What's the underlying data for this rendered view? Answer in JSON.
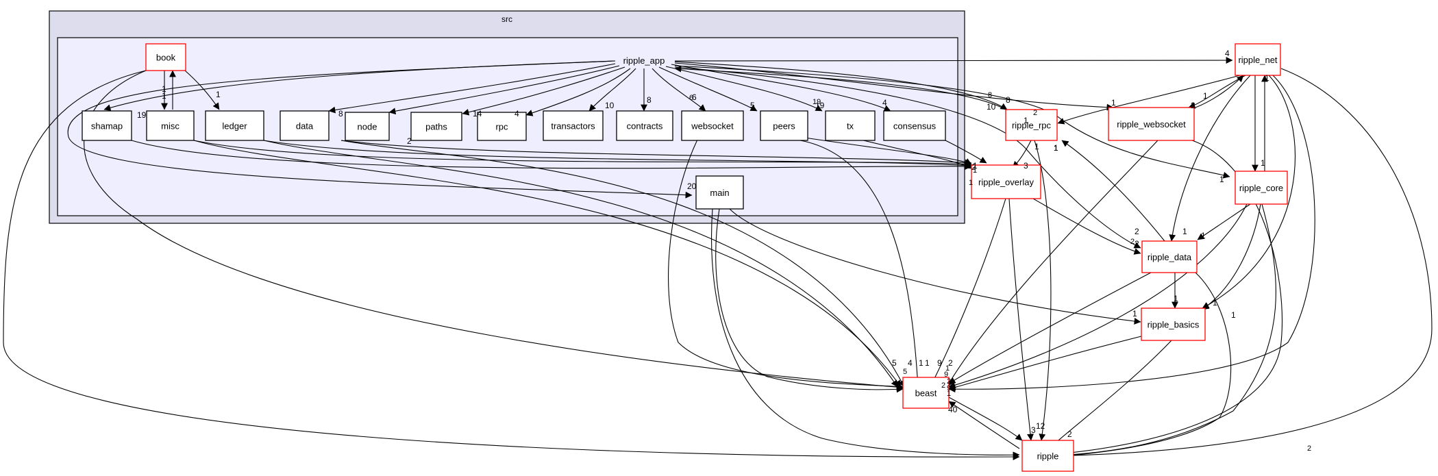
{
  "clusters": {
    "outer": {
      "id": "src",
      "label": "src"
    },
    "inner": {
      "id": "ripple_app",
      "label": "ripple_app"
    }
  },
  "nodes": [
    {
      "id": "book",
      "label": "book",
      "style": "red"
    },
    {
      "id": "shamap",
      "label": "shamap",
      "style": "black"
    },
    {
      "id": "misc",
      "label": "misc",
      "style": "black"
    },
    {
      "id": "ledger",
      "label": "ledger",
      "style": "black"
    },
    {
      "id": "data",
      "label": "data",
      "style": "black"
    },
    {
      "id": "node",
      "label": "node",
      "style": "black"
    },
    {
      "id": "paths",
      "label": "paths",
      "style": "black"
    },
    {
      "id": "rpc",
      "label": "rpc",
      "style": "black"
    },
    {
      "id": "transactors",
      "label": "transactors",
      "style": "black"
    },
    {
      "id": "contracts",
      "label": "contracts",
      "style": "black"
    },
    {
      "id": "websocket",
      "label": "websocket",
      "style": "black"
    },
    {
      "id": "peers",
      "label": "peers",
      "style": "black"
    },
    {
      "id": "tx",
      "label": "tx",
      "style": "black"
    },
    {
      "id": "consensus",
      "label": "consensus",
      "style": "black"
    },
    {
      "id": "main",
      "label": "main",
      "style": "black"
    },
    {
      "id": "ripple_net",
      "label": "ripple_net",
      "style": "red"
    },
    {
      "id": "ripple_rpc",
      "label": "ripple_rpc",
      "style": "red"
    },
    {
      "id": "ripple_websocket",
      "label": "ripple_websocket",
      "style": "red"
    },
    {
      "id": "ripple_overlay",
      "label": "ripple_overlay",
      "style": "red"
    },
    {
      "id": "ripple_core",
      "label": "ripple_core",
      "style": "red"
    },
    {
      "id": "ripple_data",
      "label": "ripple_data",
      "style": "red"
    },
    {
      "id": "ripple_basics",
      "label": "ripple_basics",
      "style": "red"
    },
    {
      "id": "beast",
      "label": "beast",
      "style": "red"
    },
    {
      "id": "ripple",
      "label": "ripple",
      "style": "red"
    }
  ],
  "edges": [
    {
      "from": "ripple_app",
      "to": "ripple_net",
      "label": "4"
    },
    {
      "from": "ripple_app",
      "to": "shamap",
      "label": "19"
    },
    {
      "from": "ripple_app",
      "to": "data",
      "label": "8"
    },
    {
      "from": "ripple_app",
      "to": "node",
      "label": "2"
    },
    {
      "from": "ripple_app",
      "to": "paths",
      "label": "14"
    },
    {
      "from": "ripple_app",
      "to": "rpc",
      "label": "4"
    },
    {
      "from": "ripple_app",
      "to": "transactors",
      "label": "10"
    },
    {
      "from": "ripple_app",
      "to": "contracts",
      "label": "8"
    },
    {
      "from": "ripple_app",
      "to": "websocket",
      "label": "6"
    },
    {
      "from": "ripple_app",
      "to": "peers",
      "label": "5"
    },
    {
      "from": "ripple_app",
      "to": "tx",
      "label": "19"
    },
    {
      "from": "ripple_app",
      "to": "consensus",
      "label": "4"
    },
    {
      "from": "ripple_app",
      "to": "ripple_rpc",
      "label": "8"
    },
    {
      "from": "ripple_app",
      "to": "ripple_websocket",
      "label": "1"
    },
    {
      "from": "ripple_app",
      "to": "ripple_core",
      "label": "1"
    },
    {
      "from": "ripple_app",
      "to": "ripple_data",
      "label": "2"
    },
    {
      "from": "ripple_app",
      "to": "main",
      "label": "20"
    },
    {
      "from": "ripple_rpc",
      "to": "ripple_app",
      "label": "10"
    },
    {
      "from": "book",
      "to": "misc",
      "label": "1"
    },
    {
      "from": "misc",
      "to": "book",
      "label": "1"
    },
    {
      "from": "book",
      "to": "ledger",
      "label": "1"
    },
    {
      "from": "book",
      "to": "beast",
      "label": ""
    },
    {
      "from": "book",
      "to": "ripple",
      "label": ""
    },
    {
      "from": "shamap",
      "to": "ripple_overlay",
      "label": ""
    },
    {
      "from": "misc",
      "to": "beast",
      "label": "5"
    },
    {
      "from": "ledger",
      "to": "beast",
      "label": "4"
    },
    {
      "from": "data",
      "to": "beast",
      "label": "1"
    },
    {
      "from": "main",
      "to": "beast",
      "label": "1"
    },
    {
      "from": "peers",
      "to": "beast",
      "label": "9"
    },
    {
      "from": "peers",
      "to": "ripple_overlay",
      "label": ""
    },
    {
      "from": "tx",
      "to": "ripple_overlay",
      "label": "2"
    },
    {
      "from": "consensus",
      "to": "ripple_overlay",
      "label": "1"
    },
    {
      "from": "websocket",
      "to": "beast",
      "label": ""
    },
    {
      "from": "main",
      "to": "ripple",
      "label": ""
    },
    {
      "from": "main",
      "to": "ripple_basics",
      "label": "1"
    },
    {
      "from": "ripple_net",
      "to": "ripple_rpc",
      "label": "1"
    },
    {
      "from": "ripple_net",
      "to": "ripple_websocket",
      "label": "2"
    },
    {
      "from": "ripple_websocket",
      "to": "ripple_net",
      "label": "1"
    },
    {
      "from": "ripple_net",
      "to": "ripple_core",
      "label": "1"
    },
    {
      "from": "ripple_core",
      "to": "ripple_net",
      "label": "1"
    },
    {
      "from": "ripple_net",
      "to": "ripple_data",
      "label": "1"
    },
    {
      "from": "ripple_net",
      "to": "ripple_basics",
      "label": "1"
    },
    {
      "from": "ripple_net",
      "to": "beast",
      "label": ""
    },
    {
      "from": "ripple_net",
      "to": "ripple",
      "label": ""
    },
    {
      "from": "ripple_rpc",
      "to": "ripple_overlay",
      "label": "3"
    },
    {
      "from": "ripple_rpc",
      "to": "ripple",
      "label": "1"
    },
    {
      "from": "ripple_websocket",
      "to": "beast",
      "label": ""
    },
    {
      "from": "ripple_websocket",
      "to": "ripple",
      "label": ""
    },
    {
      "from": "ripple_overlay",
      "to": "beast",
      "label": "2"
    },
    {
      "from": "ripple_overlay",
      "to": "ripple_data",
      "label": "2"
    },
    {
      "from": "ripple_overlay",
      "to": "ripple",
      "label": "12"
    },
    {
      "from": "ripple_core",
      "to": "ripple_data",
      "label": "1"
    },
    {
      "from": "ripple_core",
      "to": "ripple_basics",
      "label": "1"
    },
    {
      "from": "ripple_core",
      "to": "beast",
      "label": ""
    },
    {
      "from": "ripple_core",
      "to": "ripple",
      "label": ""
    },
    {
      "from": "ripple_data",
      "to": "ripple_rpc",
      "label": "1"
    },
    {
      "from": "ripple_data",
      "to": "ripple_basics",
      "label": "1"
    },
    {
      "from": "ripple_data",
      "to": "beast",
      "label": ""
    },
    {
      "from": "ripple_data",
      "to": "ripple",
      "label": ""
    },
    {
      "from": "ripple_basics",
      "to": "beast",
      "label": ""
    },
    {
      "from": "ripple_basics",
      "to": "ripple",
      "label": "2"
    },
    {
      "from": "beast",
      "to": "ripple",
      "label": "3"
    },
    {
      "from": "ripple",
      "to": "beast",
      "label": "40"
    }
  ],
  "extra_labels": [
    "6",
    "8",
    "19",
    "1",
    "1",
    "1",
    "5",
    "1",
    "9",
    "2",
    "2",
    "9",
    "2",
    "1",
    "2",
    "2"
  ],
  "colors": {
    "outer_fill": "#ddddee",
    "inner_fill": "#eeeeff",
    "red_border": "#ff0000",
    "black_border": "#000000",
    "edge": "#000000"
  }
}
